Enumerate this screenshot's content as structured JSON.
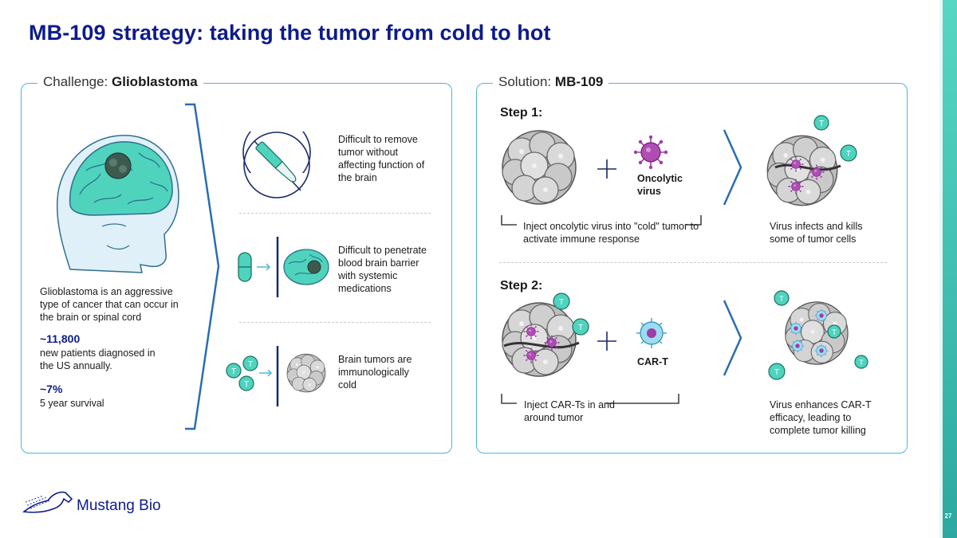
{
  "title": "MB-109 strategy: taking the tumor from cold to hot",
  "challenge": {
    "heading_prefix": "Challenge:",
    "heading_bold": "Glioblastoma",
    "description": "Glioblastoma is an aggressive type of cancer that can occur in the brain or spinal cord",
    "stat1_value": "~11,800",
    "stat1_text": "new patients diagnosed in the US annually.",
    "stat2_value": "~7%",
    "stat2_text": "5 year survival",
    "items": [
      {
        "text": "Difficult to remove tumor without affecting function of the brain",
        "icon": "no-scalpel-icon"
      },
      {
        "text": "Difficult to penetrate blood brain barrier with systemic medications",
        "icon": "pill-to-brain-icon"
      },
      {
        "text": "Brain tumors are immunologically cold",
        "icon": "tcells-to-tumor-icon"
      }
    ]
  },
  "solution": {
    "heading_prefix": "Solution:",
    "heading_bold": "MB-109",
    "step1": {
      "label": "Step 1:",
      "agent": "Oncolytic virus",
      "caption": "Inject oncolytic virus into \"cold\" tumor to activate immune response",
      "result": "Virus infects and kills some of tumor cells"
    },
    "step2": {
      "label": "Step 2:",
      "agent": "CAR-T",
      "caption": "Inject CAR-Ts in and around tumor",
      "result": "Virus enhances CAR-T efficacy, leading to complete tumor killing"
    }
  },
  "tcell_letter": "T",
  "footer": {
    "logo_text": "Mustang Bio",
    "page_number": "27"
  },
  "colors": {
    "title": "#0d1b8c",
    "panel_border": "#4fb4dc",
    "teal": "#3fd3b8",
    "virus": "#a23aa8",
    "cart": "#3aa7d6"
  }
}
